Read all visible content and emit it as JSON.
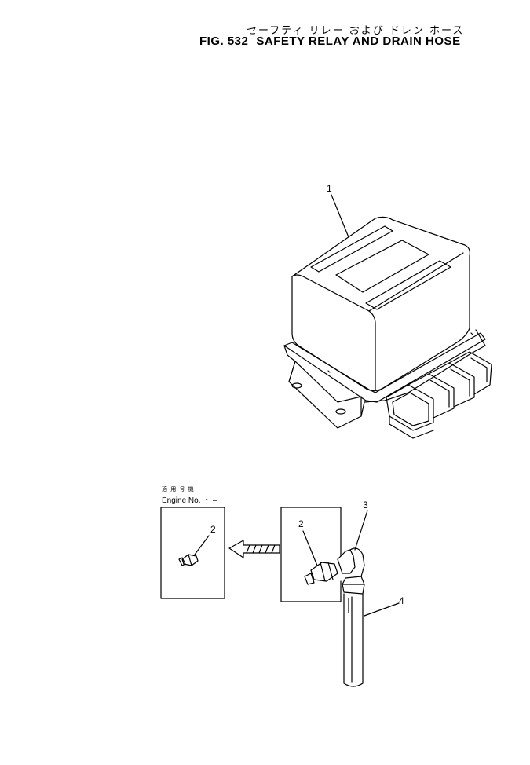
{
  "title": {
    "japanese": "セーフティ リレー および ドレン ホース",
    "figure_number": "FIG. 532",
    "english": "SAFETY RELAY AND DRAIN HOSE"
  },
  "callouts": {
    "part_1": "1",
    "part_2_left": "2",
    "part_2_right": "2",
    "part_3": "3",
    "part_4": "4"
  },
  "applicability": {
    "japanese_label": "適 用 号 機",
    "label": "Engine No.",
    "value": "・ –"
  }
}
